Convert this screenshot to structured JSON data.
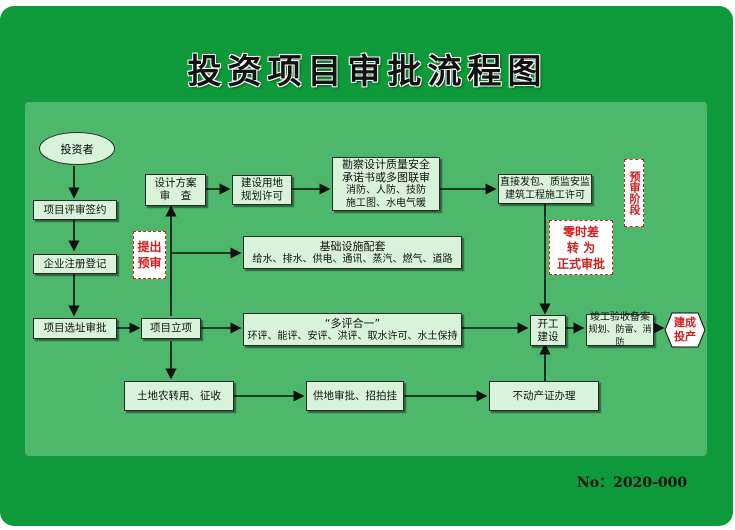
{
  "title": "投资项目审批流程图",
  "colors": {
    "board": "#0e9a3a",
    "panel": "#4db86b",
    "box": "#d9f3da",
    "note": "#d21e1e"
  },
  "nodes": {
    "investor": "投资者",
    "sign": "项目评审签约",
    "register": "企业注册登记",
    "site_review": "项目选址审批",
    "design_1": "设计方案",
    "design_2": "审　查",
    "approve": "项目立项",
    "land_use_1": "建设用地",
    "land_use_2": "规划许可",
    "survey_1": "勘察设计质量安全",
    "survey_2": "承诺书或多图联审",
    "survey_3": "消防、人防、技防",
    "survey_4": "施工图、水电气暖",
    "contract_1": "直接发包、质监安监",
    "contract_2": "建筑工程施工许可",
    "infra_title": "基础设施配套",
    "infra_items": "给水、排水、供电、通讯、蒸汽、燃气、道路",
    "multi_title": "“多评合一”",
    "multi_items": "环评、能评、安评、洪评、取水许可、水土保持",
    "start_1": "开工",
    "start_2": "建设",
    "accept_1": "竣工验收备案",
    "accept_2": "规划、防雷、消防",
    "finish_1": "建成",
    "finish_2": "投产",
    "land_convert": "土地农转用、征收",
    "supply": "供地审批、招拍挂",
    "property": "不动产证办理"
  },
  "notes": {
    "early_1": "提出",
    "early_2": "预审",
    "zero_1": "零时差",
    "zero_2": "转 为",
    "zero_3": "正式审批",
    "pre_stage": "预审阶段"
  },
  "serial": "No：2020-000"
}
